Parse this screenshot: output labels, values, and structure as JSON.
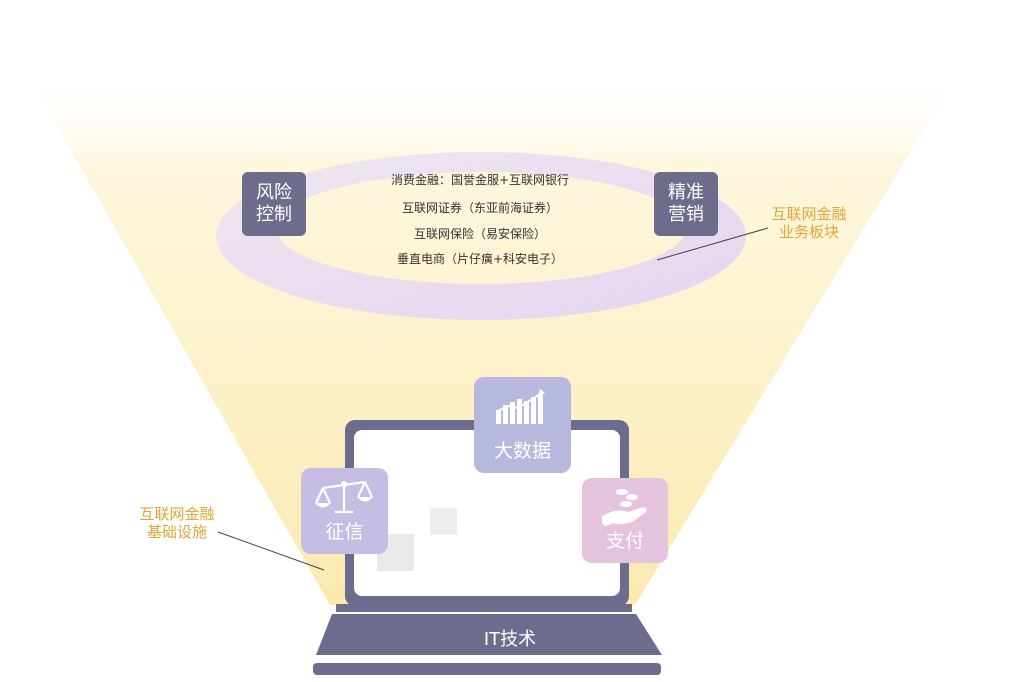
{
  "colors": {
    "beam": "#fdf1c6",
    "ring_inner": "#ece2f0",
    "ring_outer": "#e6dcef",
    "dark_box": "#6e6c8c",
    "laptop_frame": "#6e6c8c",
    "callout_text": "#e0a636",
    "tile_bigdata": "#b6b9dd",
    "tile_credit": "#c5bde3",
    "tile_payment": "#e6c3dd",
    "deco_square": "#e9e9e9"
  },
  "business_layer": {
    "risk_control": {
      "line1": "风险",
      "line2": "控制"
    },
    "precision_marketing": {
      "line1": "精准",
      "line2": "营销"
    },
    "services": [
      "消费金融：国誉金服+互联网银行",
      "互联网证券（东亚前海证券）",
      "互联网保险（易安保险）",
      "垂直电商（片仔癀+科安电子）"
    ],
    "callout": {
      "line1": "互联网金融",
      "line2": "业务板块"
    }
  },
  "infrastructure_layer": {
    "callout": {
      "line1": "互联网金融",
      "line2": "基础设施"
    },
    "tiles": {
      "big_data": {
        "label": "大数据",
        "icon": "bar-chart-icon"
      },
      "credit": {
        "label": "征信",
        "icon": "scales-icon"
      },
      "payment": {
        "label": "支付",
        "icon": "hand-coins-icon"
      }
    },
    "base_label": "IT技术"
  }
}
